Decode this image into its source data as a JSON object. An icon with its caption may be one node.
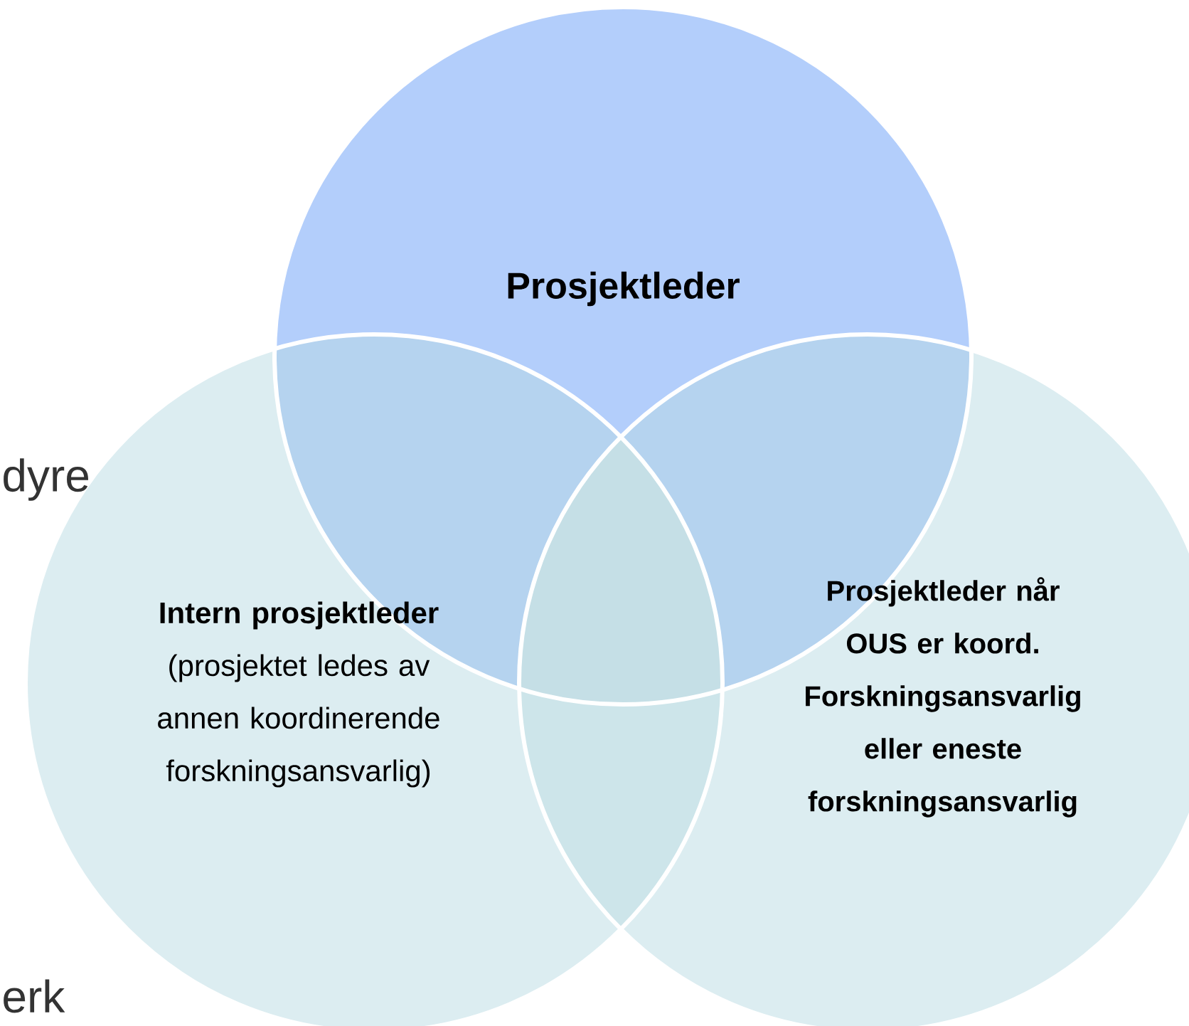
{
  "diagram": {
    "nodes": [
      {
        "text": [
          "Prosjektleder"
        ]
      },
      {
        "text": [
          "Intern prosjektleder",
          "(prosjektet ledes av annen koordinerende forskningsansvarlig)"
        ]
      },
      {
        "text": [
          "Prosjektleder når OUS er koord. Forskningsansvarlig eller eneste forskningsansvarlig"
        ]
      }
    ],
    "labels": [
      "dyre",
      "erk"
    ]
  }
}
